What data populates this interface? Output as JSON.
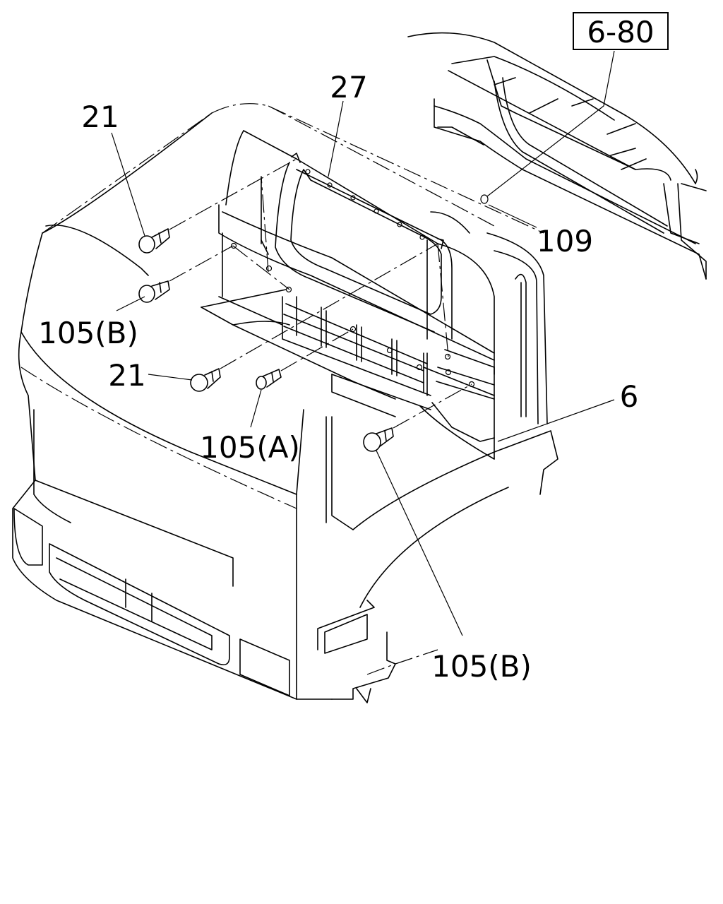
{
  "reference": "6-80",
  "callouts": {
    "c21_top": "21",
    "c27": "27",
    "c109": "109",
    "c105b_left": "105(B)",
    "c21_mid": "21",
    "c105a": "105(A)",
    "c6": "6",
    "c105b_bottom": "105(B)"
  }
}
